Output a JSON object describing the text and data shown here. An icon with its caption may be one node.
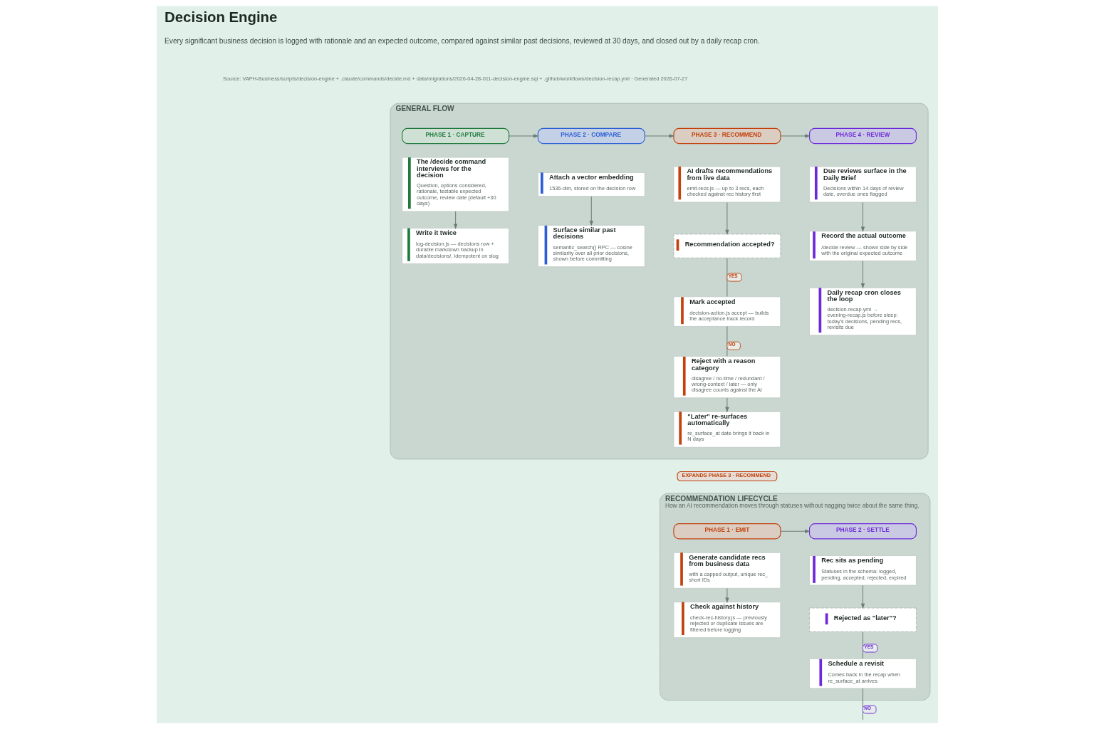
{
  "diagram": {
    "title": "Decision Engine",
    "nodes": [
      {
        "text": [
          "GENERAL FLOW"
        ]
      },
      {
        "text": [
          "PHASE 1 · CAPTURE"
        ],
        "in": 0
      },
      {
        "text": [
          "PHASE 2 · COMPARE"
        ],
        "in": 0
      },
      {
        "text": [
          "PHASE 3 · RECOMMEND"
        ],
        "in": 0
      },
      {
        "text": [
          "PHASE 4 · REVIEW"
        ],
        "in": 0
      },
      {
        "text": [
          "The /decide command interviews for the decision",
          "Question, options considered, rationale, testable expected outcome, review date (default +30 days)"
        ],
        "in": 0
      },
      {
        "text": [
          "Write it twice",
          "log-decision.js — decisions row + durable markdown backup in data/decisions/, idempotent on slug"
        ],
        "in": 0
      },
      {
        "text": [
          "Attach a vector embedding",
          "1536-dim, stored on the decision row"
        ],
        "in": 0
      },
      {
        "text": [
          "Surface similar past decisions",
          "semantic_search() RPC — cosine similarity over all prior decisions, shown before committing"
        ],
        "in": 0
      },
      {
        "text": [
          "AI drafts recommendations from live data",
          "emit-recs.js — up to 3 recs, each checked against rec history first"
        ],
        "in": 0
      },
      {
        "text": [
          "Recommendation accepted?"
        ],
        "in": 0
      },
      {
        "text": [
          "Mark accepted",
          "decision-action.js accept — builds the acceptance track record"
        ],
        "in": 0
      },
      {
        "text": [
          "Reject with a reason category",
          "disagree / no-time / redundant / wrong-context / later — only disagree counts against the AI"
        ],
        "in": 0
      },
      {
        "text": [
          "\"Later\" re-surfaces automatically",
          "re_surface_at date brings it back in N days"
        ],
        "in": 0
      },
      {
        "text": [
          "Due reviews surface in the Daily Brief",
          "Decisions within 14 days of review date, overdue ones flagged"
        ],
        "in": 0
      },
      {
        "text": [
          "Record the actual outcome",
          "/decide review — shown side by side with the original expected outcome"
        ],
        "in": 0
      },
      {
        "text": [
          "Daily recap cron closes the loop",
          "decision-recap.yml → evening-recap.js before sleep: today's decisions, pending recs, revisits due"
        ],
        "in": 0
      },
      {
        "text": [
          "RECOMMENDATION LIFECYCLE",
          "How an AI recommendation moves through statuses without nagging twice about the same thing."
        ]
      },
      {
        "text": [
          "EXPANDS PHASE 3 · RECOMMEND"
        ]
      },
      {
        "text": [
          "PHASE 1 · EMIT"
        ],
        "in": 17
      },
      {
        "text": [
          "PHASE 2 · SETTLE"
        ],
        "in": 17
      },
      {
        "text": [
          "Generate candidate recs from business data",
          "with a capped output, unique rec_ short IDs"
        ],
        "in": 17
      },
      {
        "text": [
          "Check against history",
          "check-rec-history.js — previously rejected or duplicate issues are filtered before logging"
        ],
        "in": 17
      },
      {
        "text": [
          "Rec sits as pending",
          "Statuses in the schema: logged, pending, accepted, rejected, expired"
        ],
        "in": 17
      },
      {
        "text": [
          "Rejected as \"later\"?"
        ],
        "in": 17
      },
      {
        "text": [
          "Schedule a revisit",
          "Comes back in the recap when re_surface_at arrives"
        ],
        "in": 17
      }
    ],
    "edges": [
      {
        "from": 1,
        "to": 2,
        "arrow": "to"
      },
      {
        "from": 2,
        "to": 3,
        "arrow": "to"
      },
      {
        "from": 3,
        "to": 4,
        "arrow": "to"
      },
      {
        "from": 5,
        "to": 6,
        "arrow": "to"
      },
      {
        "from": 7,
        "to": 8,
        "arrow": "to"
      },
      {
        "from": 9,
        "to": 10,
        "arrow": "to"
      },
      {
        "from": 10,
        "to": 11,
        "arrow": "none",
        "label": "YES"
      },
      {
        "from": 11,
        "to": 12,
        "arrow": "none",
        "label": "NO"
      },
      {
        "from": 12,
        "to": 13,
        "arrow": "to"
      },
      {
        "from": 14,
        "to": 15,
        "arrow": "to"
      },
      {
        "from": 15,
        "to": 16,
        "arrow": "to"
      },
      {
        "from": 19,
        "to": 20,
        "arrow": "to"
      },
      {
        "from": 21,
        "to": 22,
        "arrow": "to"
      },
      {
        "from": 23,
        "to": 24,
        "arrow": "to"
      },
      {
        "from": 24,
        "to": 25,
        "arrow": "none",
        "label": "YES"
      },
      {
        "from": 25,
        "to": null,
        "arrow": "none",
        "label": "NO"
      }
    ],
    "labels": [
      "Every significant business decision is logged with rationale and an expected outcome, compared against similar past decisions, reviewed at 30 days, and closed out by a daily recap cron.",
      "Source: VAPH-Business/scripts/decision-engine + .claude/commands/decide.md + data/migrations/2026-04-28-011-decision-engine.sql + .github/workflows/decision-recap.yml · Generated 2026-07-27"
    ]
  }
}
